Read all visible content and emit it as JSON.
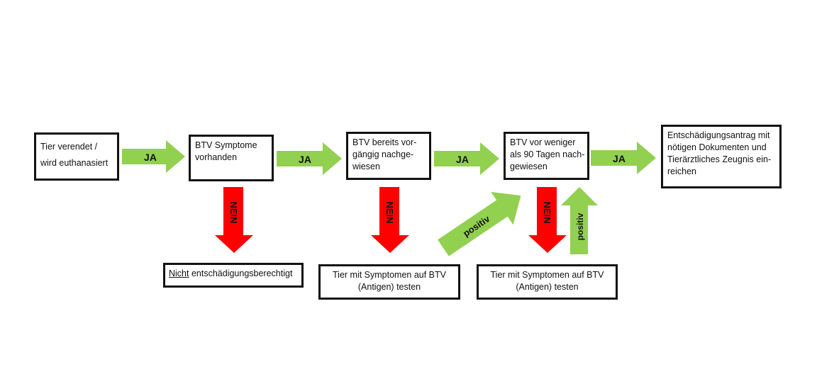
{
  "colors": {
    "yes": "#92d050",
    "no": "#ff0000",
    "border": "#111111"
  },
  "boxes": {
    "start": [
      "Tier verendet /",
      "wird euthanasiert"
    ],
    "symptoms": [
      "BTV Symptome",
      "vorhanden"
    ],
    "previously_proven": [
      "BTV bereits vor-",
      "gängig nachge-",
      "wiesen"
    ],
    "within_90_days": [
      "BTV vor weniger",
      "als 90 Tagen nach-",
      "gewiesen"
    ],
    "claim": [
      "Entschädigungsantrag mit",
      "nötigen Dokumenten und",
      "Tierärztliches Zeugnis ein-",
      "reichen"
    ],
    "not_entitled": {
      "underlined": "Nicht",
      "rest": " entschädigungsberechtigt"
    },
    "test_1": [
      "Tier mit Symptomen auf BTV",
      "(Antigen) testen"
    ],
    "test_2": [
      "Tier mit Symptomen auf BTV",
      "(Antigen) testen"
    ]
  },
  "arrow_labels": {
    "yes": "JA",
    "no": "NEIN",
    "positive": "positiv"
  }
}
